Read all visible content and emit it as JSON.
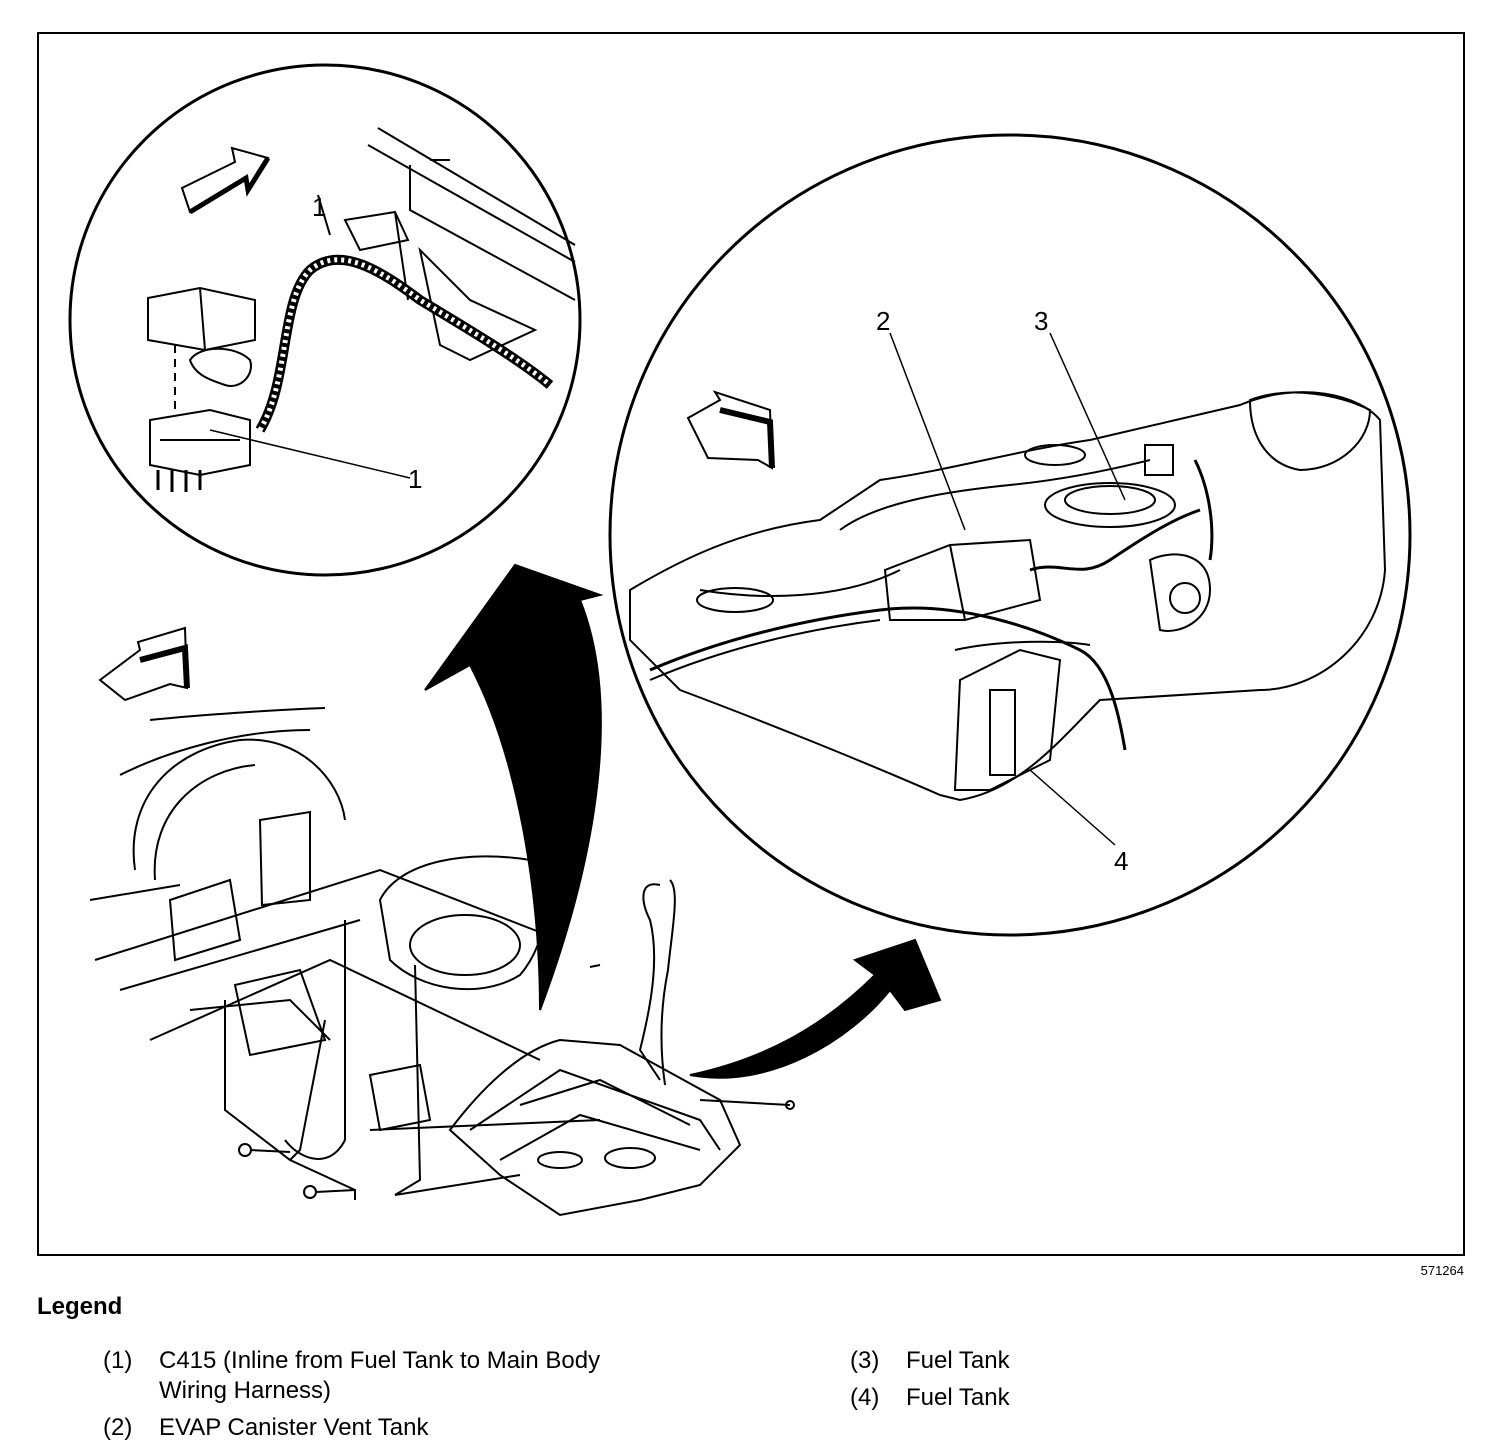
{
  "figure": {
    "callouts": {
      "c1_top": "1",
      "c1": "1",
      "c2": "2",
      "c3": "3",
      "c4": "4"
    },
    "figure_id": "571264"
  },
  "legend": {
    "title": "Legend",
    "items": [
      {
        "num": "(1)",
        "text": "C415 (Inline from Fuel Tank to Main Body\nWiring Harness)"
      },
      {
        "num": "(2)",
        "text": "EVAP Canister Vent Tank"
      },
      {
        "num": "(3)",
        "text": "Fuel Tank"
      },
      {
        "num": "(4)",
        "text": "Fuel Tank"
      }
    ]
  }
}
